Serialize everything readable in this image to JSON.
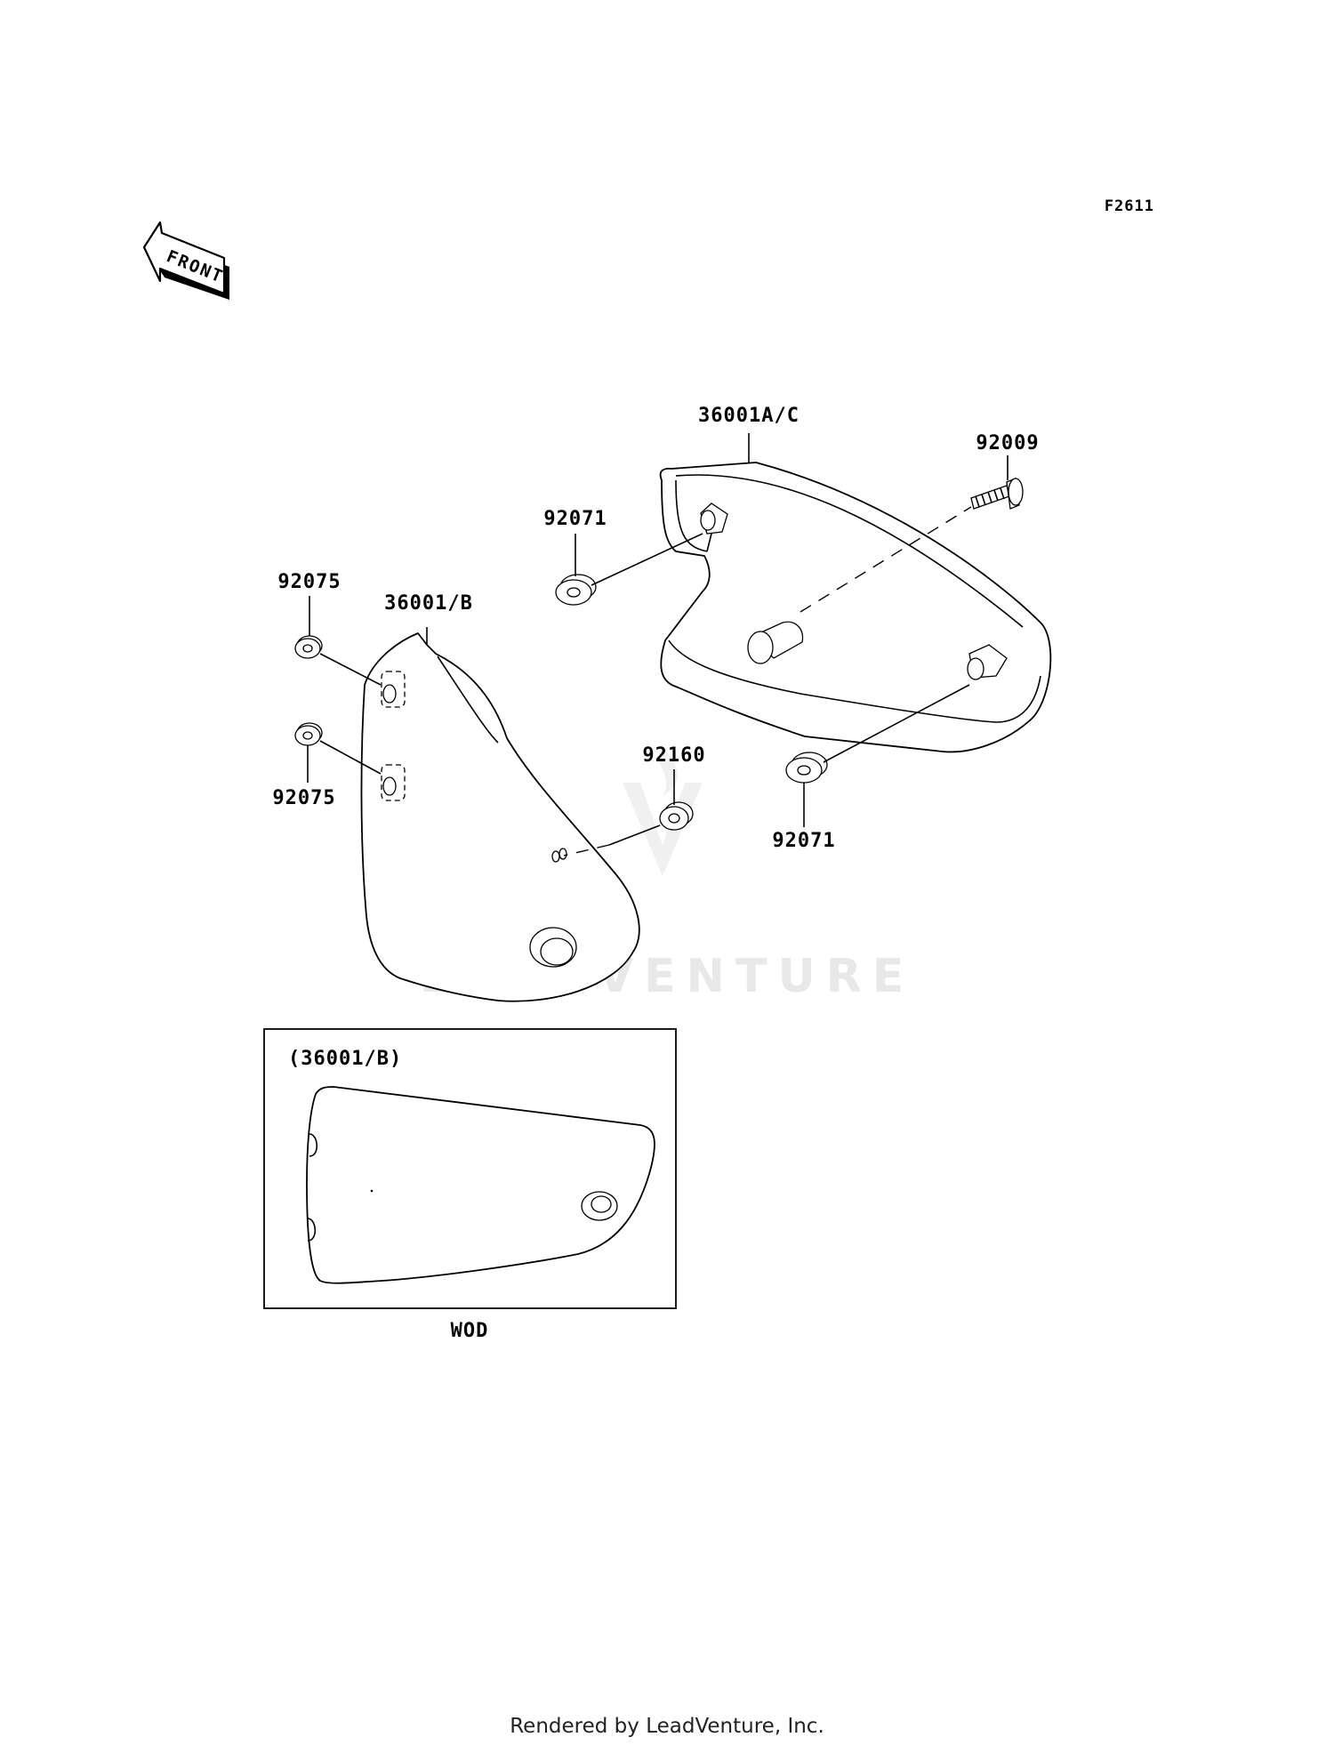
{
  "figure_code": "F2611",
  "front_arrow_text": "FRONT",
  "callouts": {
    "cover_right": "36001A/C",
    "bolt": "92009",
    "grommet_upper": "92071",
    "grommet_lower": "92071",
    "cover_left": "36001/B",
    "damper_top": "92075",
    "damper_bottom": "92075",
    "collar": "92160"
  },
  "inset": {
    "title": "(36001/B)",
    "caption": "WOD"
  },
  "watermark": "LEADVENTURE",
  "footer": "Rendered by LeadVenture, Inc."
}
